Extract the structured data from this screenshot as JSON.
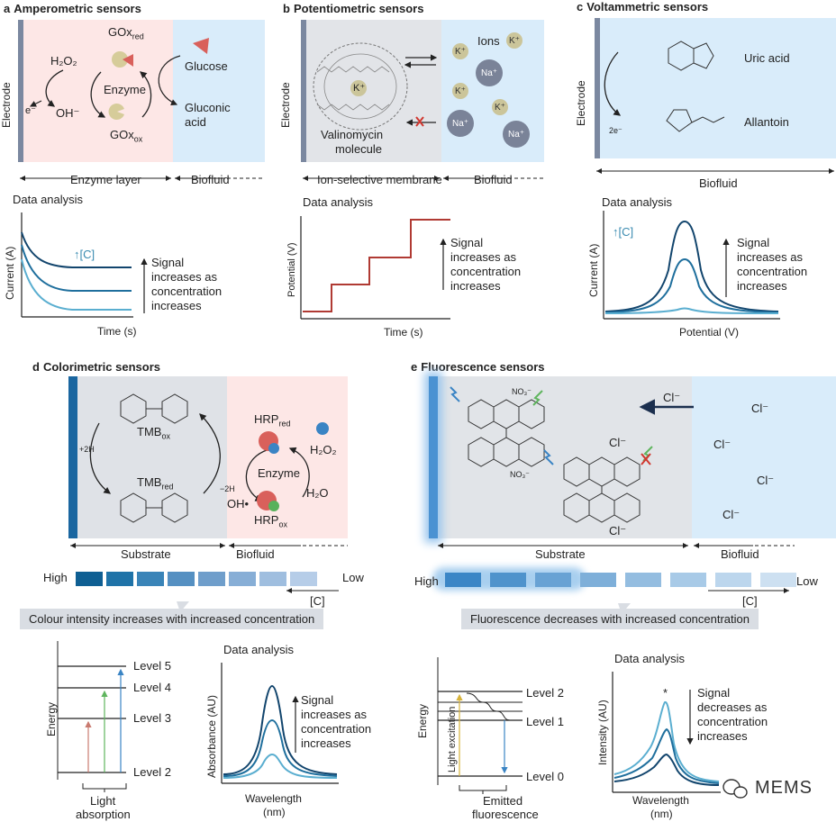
{
  "panels": {
    "a": {
      "letter": "a",
      "title": "Amperometric sensors",
      "h2o2": "H₂O₂",
      "eminus": "e⁻",
      "ohminus": "OH⁻",
      "enzyme": "Enzyme",
      "goxred": "GOx",
      "goxred_sub": "red",
      "goxox": "GOx",
      "goxox_sub": "ox",
      "glucose": "Glucose",
      "gluconic": "Gluconic",
      "acid": "acid",
      "electrode": "Electrode",
      "enzyme_layer": "Enzyme layer",
      "biofluid": "Biofluid",
      "data_analysis": "Data analysis",
      "conc": "↑[C]",
      "ylabel": "Current (A)",
      "xlabel": "Time (s)",
      "signal": [
        "Signal",
        "increases as",
        "concentration",
        "increases"
      ]
    },
    "b": {
      "letter": "b",
      "title": "Potentiometric sensors",
      "ions": "Ions",
      "kplus": "K⁺",
      "naplus": "Na⁺",
      "valinomycin": "Valinomycin",
      "molecule": "molecule",
      "electrode": "Electrode",
      "membrane": "Ion-selective membrane",
      "biofluid": "Biofluid",
      "data_analysis": "Data analysis",
      "ylabel": "Potential (V)",
      "xlabel": "Time (s)",
      "signal": [
        "Signal",
        "increases as",
        "concentration",
        "increases"
      ]
    },
    "c": {
      "letter": "c",
      "title": "Voltammetric sensors",
      "electrode": "Electrode",
      "uric": "Uric acid",
      "allantoin": "Allantoin",
      "twoe": "2e⁻",
      "biofluid": "Biofluid",
      "data_analysis": "Data analysis",
      "conc": "↑[C]",
      "ylabel": "Current (A)",
      "xlabel": "Potential (V)",
      "signal": [
        "Signal",
        "increases as",
        "concentration",
        "increases"
      ]
    },
    "d": {
      "letter": "d",
      "title": "Colorimetric sensors",
      "tmbox": "TMB",
      "tmbox_sub": "ox",
      "tmbred": "TMB",
      "tmbred_sub": "red",
      "plus2h": "+2H",
      "minus2h": "−2H",
      "hrpred": "HRP",
      "hrpred_sub": "red",
      "hrpox": "HRP",
      "hrpox_sub": "ox",
      "h2o2": "H₂O₂",
      "h2o": "H₂O",
      "oh": "OH•",
      "enzyme": "Enzyme",
      "substrate": "Substrate",
      "biofluid": "Biofluid",
      "high": "High",
      "low": "Low",
      "conc": "[C]",
      "caption": "Colour intensity increases with increased concentration",
      "levels": [
        "Level 5",
        "Level 4",
        "Level 3",
        "Level 2"
      ],
      "energy": "Energy",
      "light": "Light",
      "absorption": "absorption",
      "data_analysis": "Data analysis",
      "ylabel": "Absorbance (AU)",
      "xlabel": "Wavelength",
      "xunit": "(nm)",
      "signal": [
        "Signal",
        "increases as",
        "concentration",
        "increases"
      ],
      "colors": [
        "#0f5f93",
        "#1f73a8",
        "#3a84b8",
        "#5590c2",
        "#6f9ecb",
        "#87aed6",
        "#9fbedf",
        "#b6cde8"
      ]
    },
    "e": {
      "letter": "e",
      "title": "Fluorescence sensors",
      "cl": "Cl⁻",
      "no3": "NO₃⁻",
      "substrate": "Substrate",
      "biofluid": "Biofluid",
      "high": "High",
      "low": "Low",
      "conc": "[C]",
      "caption": "Fluorescence decreases with increased concentration",
      "levels": [
        "Level 2",
        "Level 1",
        "Level 0"
      ],
      "energy": "Energy",
      "excitation": "Light excitation",
      "emitted": "Emitted",
      "fluorescence": "fluorescence",
      "data_analysis": "Data analysis",
      "ylabel": "Intensity (AU)",
      "xlabel": "Wavelength",
      "xunit": "(nm)",
      "star": "*",
      "signal": [
        "Signal",
        "decreases as",
        "concentration",
        "increases"
      ],
      "colors": [
        "#3b86c6",
        "#4f93cc",
        "#68a2d4",
        "#7eafd9",
        "#94bde0",
        "#a8cae7",
        "#bcd6ed",
        "#cde0f1"
      ]
    }
  },
  "watermark": "MEMS"
}
